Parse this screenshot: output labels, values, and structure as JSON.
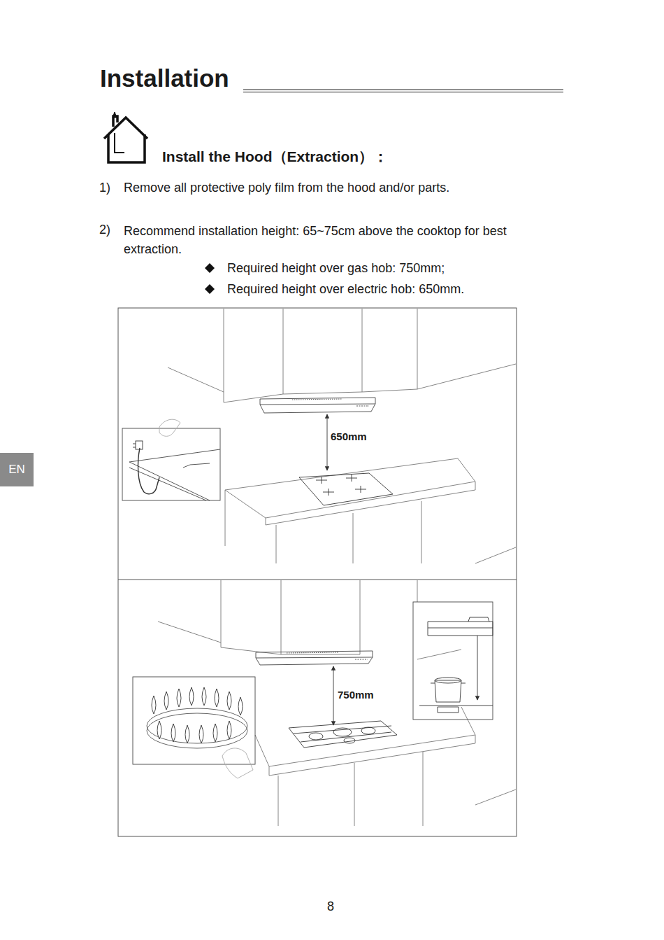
{
  "diagram": {
    "title": "Installation",
    "nodes": [
      {
        "text": [
          "EN"
        ]
      }
    ],
    "labels": [
      "Install the Hood（Extraction）：",
      "1)",
      "Remove all protective poly film from the hood and/or parts.",
      "2)",
      "Recommend installation height: 65~75cm above the cooktop for best extraction.",
      "Required height over gas hob: 750mm;",
      "Required height over electric hob: 650mm.",
      "650mm",
      "750mm",
      "8"
    ]
  }
}
